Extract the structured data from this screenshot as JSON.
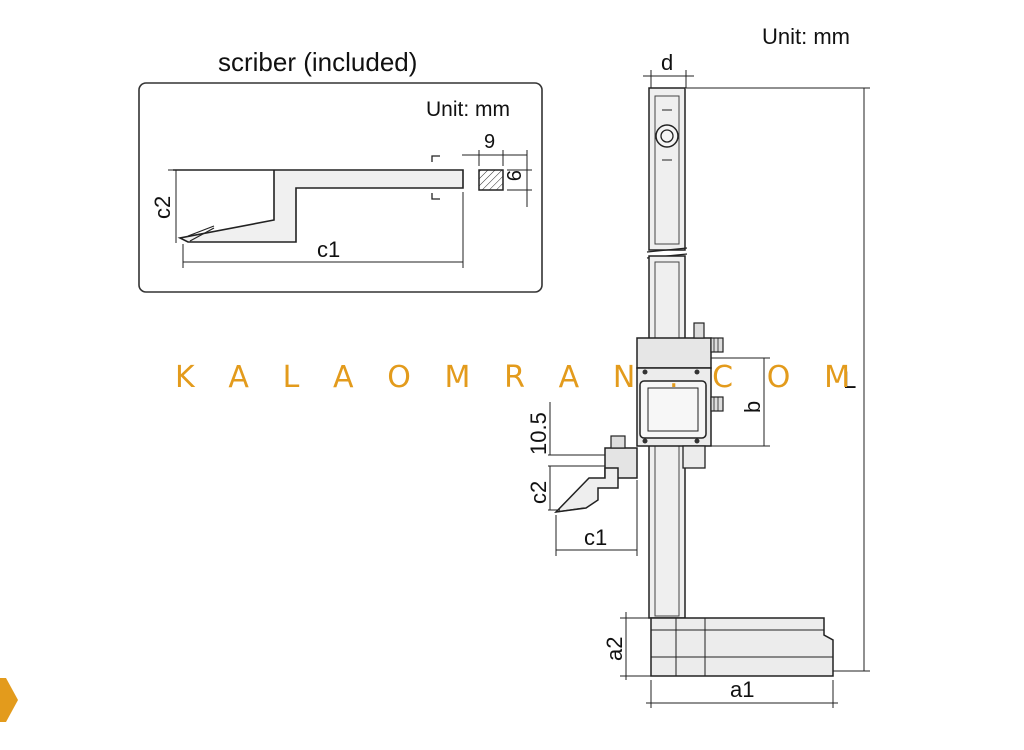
{
  "top_unit": "Unit: mm",
  "inset": {
    "title": "scriber (included)",
    "unit": "Unit: mm",
    "dim_c1": "c1",
    "dim_c2": "c2",
    "dim_width": "9",
    "dim_height": "9"
  },
  "gauge": {
    "dim_d": "d",
    "dim_L": "L",
    "dim_b": "b",
    "dim_10_5": "10.5",
    "dim_c2": "c2",
    "dim_c1": "c1",
    "dim_a2": "a2",
    "dim_a1": "a1"
  },
  "watermark": {
    "text": "K A L A O M R A N . C O M",
    "color": "#e39b1c"
  },
  "colors": {
    "line": "#222222",
    "fill_light": "#ececec",
    "fill_mid": "#d8d8d8",
    "accent": "#e39b1c"
  }
}
